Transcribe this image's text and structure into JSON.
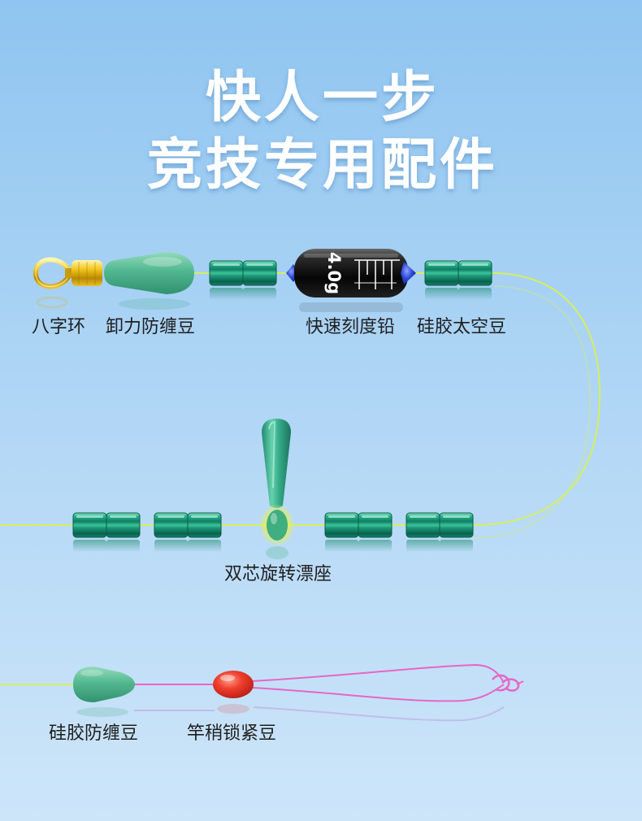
{
  "title": {
    "line1": "快人一步",
    "line2": "竞技专用配件"
  },
  "row1": {
    "swivel_label": "八字环",
    "stress_bead_label": "卸力防缠豆",
    "weight_label": "快速刻度铅",
    "weight_marking": "4.0g",
    "space_bead_label": "硅胶太空豆"
  },
  "row2": {
    "float_seat_label": "双芯旋转漂座"
  },
  "row3": {
    "anti_tangle_bead_label": "硅胶防缠豆",
    "lock_bead_label": "竿稍锁紧豆"
  },
  "colors": {
    "background_top": "#8fc5f0",
    "background_bottom": "#cde5f9",
    "title_text": "#ffffff",
    "label_text": "#1f1f1f",
    "main_line": "#d6ef5c",
    "pink_line": "#e766c6",
    "bead_green": "#1f9c7a",
    "swivel_gold": "#e3b50f",
    "weight_black": "#111111",
    "weight_cap_blue": "#2a47d6",
    "lock_bead_red": "#e53c2c"
  }
}
